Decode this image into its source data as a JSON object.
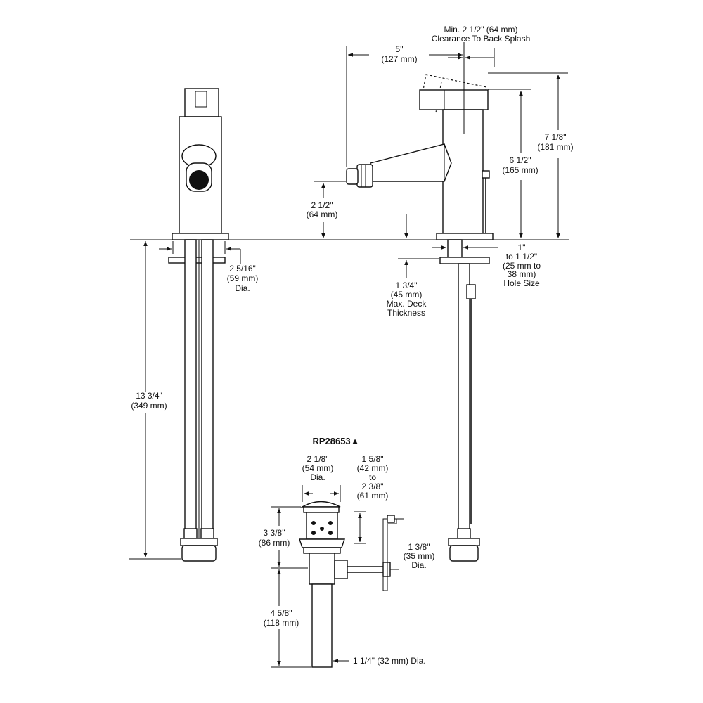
{
  "colors": {
    "line": "#111111",
    "background": "#ffffff"
  },
  "part_number": "RP28653▲",
  "dimensions": {
    "clearance_line1": "Min. 2 1/2\" (64 mm)",
    "clearance_line2": "Clearance To Back Splash",
    "reach_in": "5\"",
    "reach_mm": "(127 mm)",
    "height_total_in": "7 1/8\"",
    "height_total_mm": "(181 mm)",
    "height_spout_in": "6 1/2\"",
    "height_spout_mm": "(165 mm)",
    "spout_clear_in": "2 1/2\"",
    "spout_clear_mm": "(64 mm)",
    "base_dia_in": "2 5/16\"",
    "base_dia_mm": "(59 mm)",
    "base_dia_label": "Dia.",
    "hole_line1": "1\"",
    "hole_line2": "to 1 1/2\"",
    "hole_line3": "(25 mm to",
    "hole_line4": "38 mm)",
    "hole_line5": "Hole Size",
    "deck_line1": "1 3/4\"",
    "deck_line2": "(45 mm)",
    "deck_line3": "Max. Deck",
    "deck_line4": "Thickness",
    "supply_in": "13 3/4\"",
    "supply_mm": "(349 mm)",
    "drain_flange_in": "2 1/8\"",
    "drain_flange_mm": "(54 mm)",
    "drain_flange_label": "Dia.",
    "drain_range_line1": "1 5/8\"",
    "drain_range_line2": "(42 mm)",
    "drain_range_line3": "to",
    "drain_range_line4": "2 3/8\"",
    "drain_range_line5": "(61 mm)",
    "drain_body_in": "3 3/8\"",
    "drain_body_mm": "(86 mm)",
    "drain_conn_in": "1 3/8\"",
    "drain_conn_mm": "(35 mm)",
    "drain_conn_label": "Dia.",
    "tail_in": "4 5/8\"",
    "tail_mm": "(118 mm)",
    "tail_dia": "1 1/4\" (32 mm) Dia."
  }
}
